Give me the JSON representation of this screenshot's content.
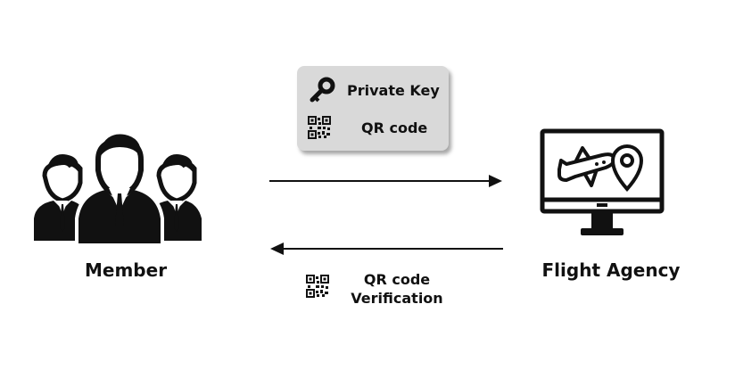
{
  "nodes": {
    "member": {
      "label": "Member"
    },
    "agency": {
      "label": "Flight Agency"
    }
  },
  "credentials": {
    "private_key_label": "Private Key",
    "qr_code_label": "QR code"
  },
  "verification": {
    "line1": "QR code",
    "line2": "Verification"
  },
  "icons": {
    "member": "group-of-business-people-icon",
    "agency": "monitor-with-airplane-and-location-pin-icon",
    "key": "key-icon",
    "qr": "qr-code-icon"
  },
  "colors": {
    "ink": "#111111",
    "box_fill": "#d9d9d9",
    "background": "#ffffff"
  }
}
